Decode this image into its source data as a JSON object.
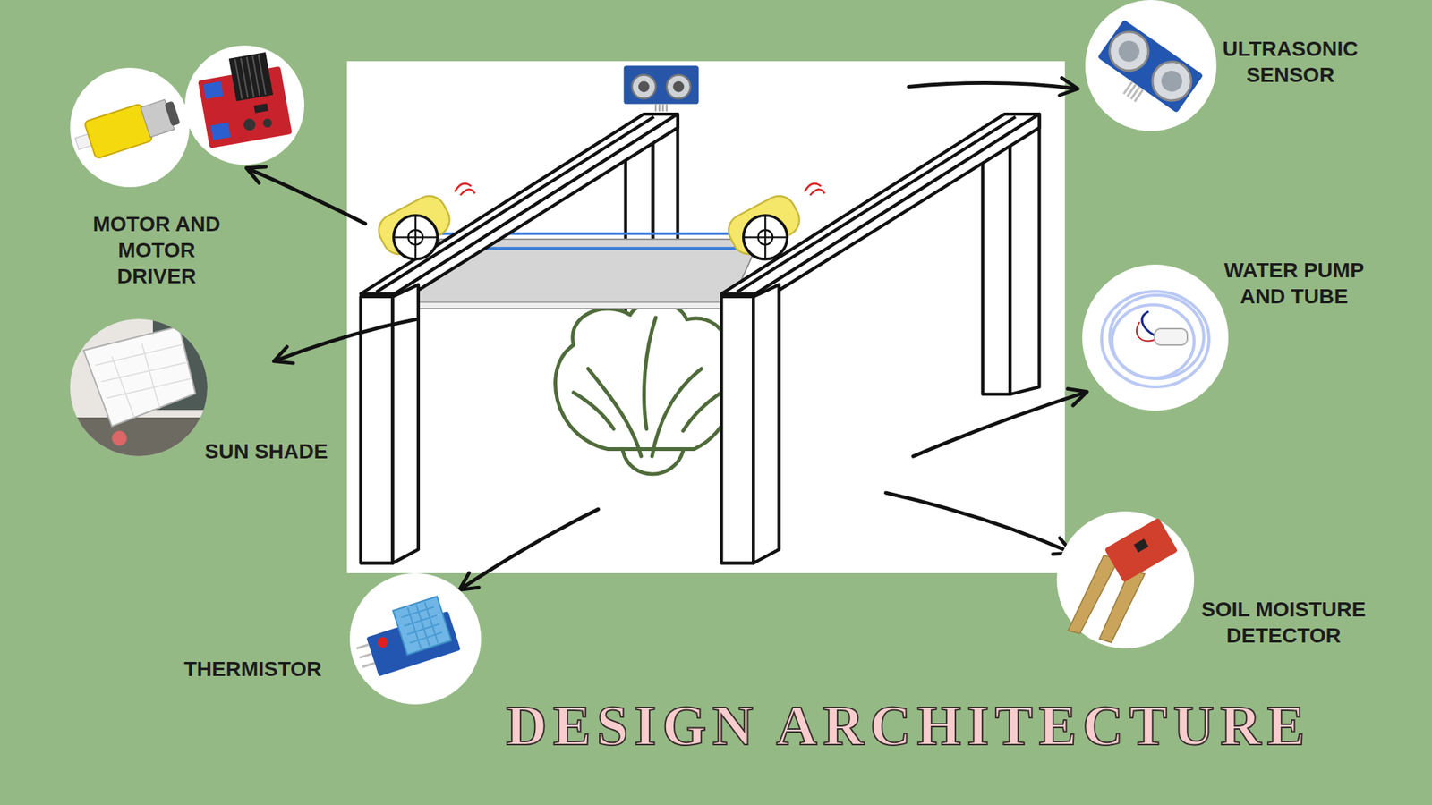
{
  "diagram": {
    "title": "DESIGN ARCHITECTURE",
    "nodes": [
      {
        "text": [
          "MOTOR AND MOTOR DRIVER"
        ]
      },
      {
        "text": [
          "ULTRASONIC SENSOR"
        ]
      },
      {
        "text": [
          "SUN SHADE"
        ]
      },
      {
        "text": [
          "WATER PUMP AND TUBE"
        ]
      },
      {
        "text": [
          "SOIL MOISTURE DETECTOR"
        ]
      },
      {
        "text": [
          "THERMISTOR"
        ]
      }
    ]
  }
}
